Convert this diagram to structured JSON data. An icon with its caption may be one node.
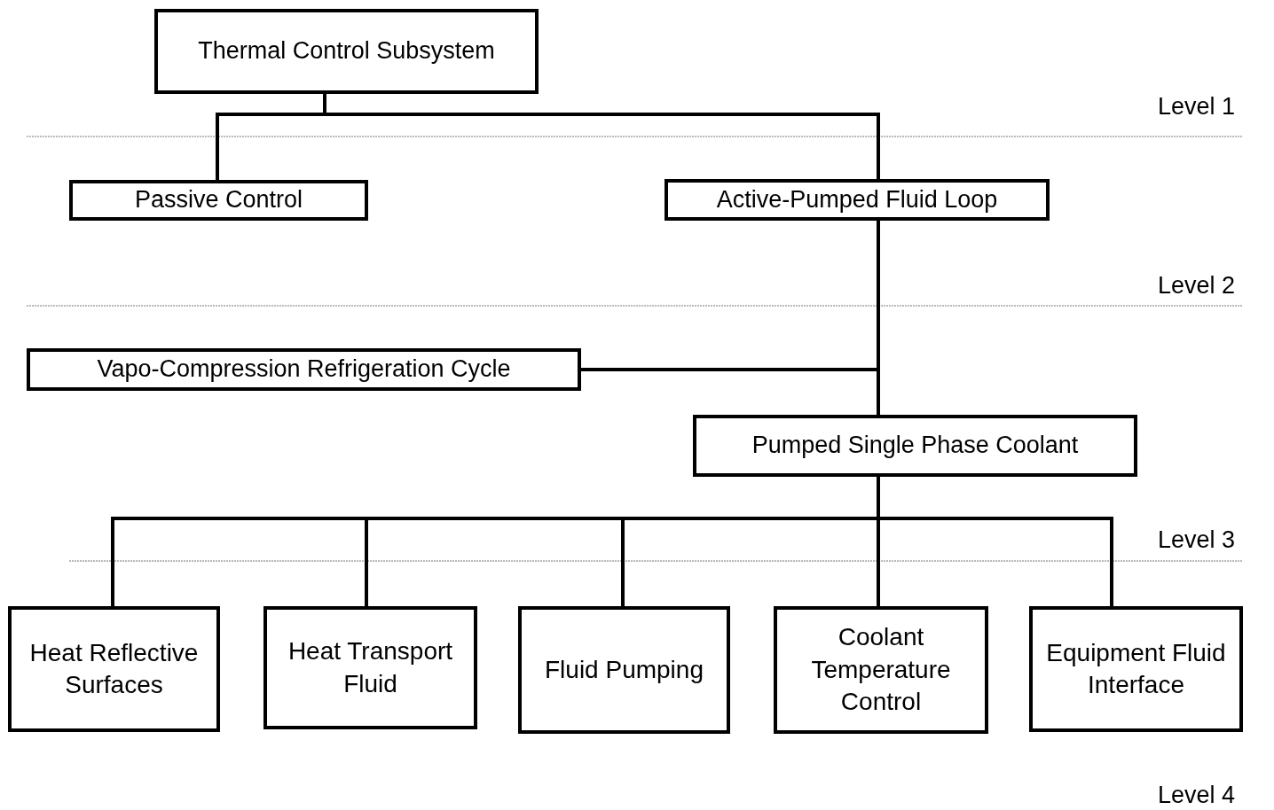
{
  "diagram": {
    "nodes": [
      {
        "text": [
          "Thermal Control Subsystem"
        ]
      },
      {
        "text": [
          "Passive Control"
        ]
      },
      {
        "text": [
          "Active-Pumped Fluid Loop"
        ]
      },
      {
        "text": [
          "Vapo-Compression Refrigeration Cycle"
        ]
      },
      {
        "text": [
          "Pumped Single Phase Coolant"
        ]
      },
      {
        "text": [
          "Heat Reflective Surfaces"
        ]
      },
      {
        "text": [
          "Heat Transport Fluid"
        ]
      },
      {
        "text": [
          "Fluid Pumping"
        ]
      },
      {
        "text": [
          "Coolant Temperature Control"
        ]
      },
      {
        "text": [
          "Equipment Fluid Interface"
        ]
      }
    ],
    "edges": [
      {
        "from": 0,
        "to": 1,
        "arrow": "none"
      },
      {
        "from": 0,
        "to": 2,
        "arrow": "none"
      },
      {
        "from": 2,
        "to": 3,
        "arrow": "none"
      },
      {
        "from": 2,
        "to": 4,
        "arrow": "none"
      },
      {
        "from": 4,
        "to": 5,
        "arrow": "none"
      },
      {
        "from": 4,
        "to": 6,
        "arrow": "none"
      },
      {
        "from": 4,
        "to": 7,
        "arrow": "none"
      },
      {
        "from": 4,
        "to": 8,
        "arrow": "none"
      },
      {
        "from": 4,
        "to": 9,
        "arrow": "none"
      }
    ],
    "labels": [
      "Level 1",
      "Level 2",
      "Level 3",
      "Level 4"
    ]
  }
}
